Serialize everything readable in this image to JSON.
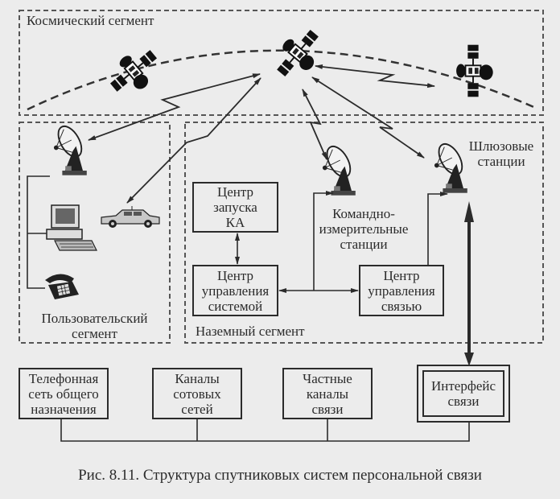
{
  "figure": {
    "caption": "Рис. 8.11. Структура спутниковых систем персональной связи"
  },
  "segments": {
    "space": {
      "label": "Космический сегмент"
    },
    "user": {
      "label": "Пользовательский\nсегмент"
    },
    "ground": {
      "label": "Наземный сегмент"
    }
  },
  "nodes": {
    "launch_center": "Центр\nзапуска\nКА",
    "system_control": "Центр\nуправления\nсистемой",
    "command_stations": "Командно-\nизмерительные\nстанции",
    "comm_control": "Центр\nуправления\nсвязью",
    "gateways": "Шлюзовые\nстанции",
    "pstn": "Телефонная\nсеть общего\nназначения",
    "cellular": "Каналы\nсотовых\nсетей",
    "private": "Частные\nканалы\nсвязи",
    "interface": "Интерфейс\nсвязи"
  },
  "icons": {
    "satellites": [
      "satellite-icon",
      "satellite-icon",
      "satellite-icon"
    ],
    "user_dish": "satellite-dish-icon",
    "computer": "computer-icon",
    "car": "car-icon",
    "phone": "telephone-icon",
    "command_dish": "satellite-dish-icon",
    "gateway_dish": "satellite-dish-icon"
  },
  "colors": {
    "background": "#ececec",
    "ink": "#2b2b2b",
    "dashed": "#555555"
  }
}
